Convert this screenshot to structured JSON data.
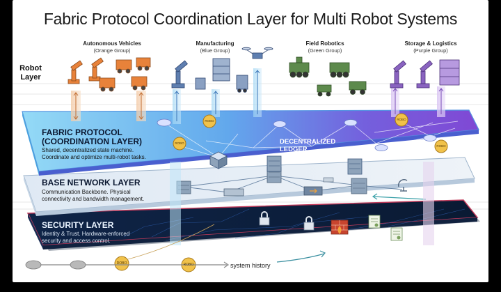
{
  "title": "Fabric Protocol Coordination Layer for Multi Robot Systems",
  "robot_layer_label": "Robot Layer",
  "groups": [
    {
      "name": "Autonomous Vehicles",
      "sub": "(Orange Group)"
    },
    {
      "name": "Manufacturing",
      "sub": "(Blue Group)"
    },
    {
      "name": "Field Robotics",
      "sub": "(Green Group)"
    },
    {
      "name": "Storage & Logistics",
      "sub": "(Purple Group)"
    }
  ],
  "layers": {
    "fabric": {
      "title_line1": "FABRIC PROTOCOL",
      "title_line2": "(COORDINATION LAYER)",
      "desc_line1": "Shared, decentralized state machine.",
      "desc_line2": "Coordinate and optimize multi-robot tasks."
    },
    "network": {
      "title": "BASE NETWORK LAYER",
      "desc_line1": "Communication Backbone. Physical",
      "desc_line2": "connectivity and bandwidth management."
    },
    "security": {
      "title": "SECURITY LAYER",
      "desc_line1": "Identity & Trust. Hardware-enforced",
      "desc_line2": "security and access control."
    }
  },
  "ledger_line1": "DECENTRALIZED",
  "ledger_line2": "LEDGER",
  "token_label": "ROBO",
  "history_label": "system history",
  "colors": {
    "orange": "#e8823a",
    "blue": "#5f7fb0",
    "green": "#5d8a4c",
    "purple": "#8a63c0",
    "fabric_left": "#66c6f0",
    "fabric_right": "#7a4fd6",
    "security": "#0c1c3a"
  }
}
